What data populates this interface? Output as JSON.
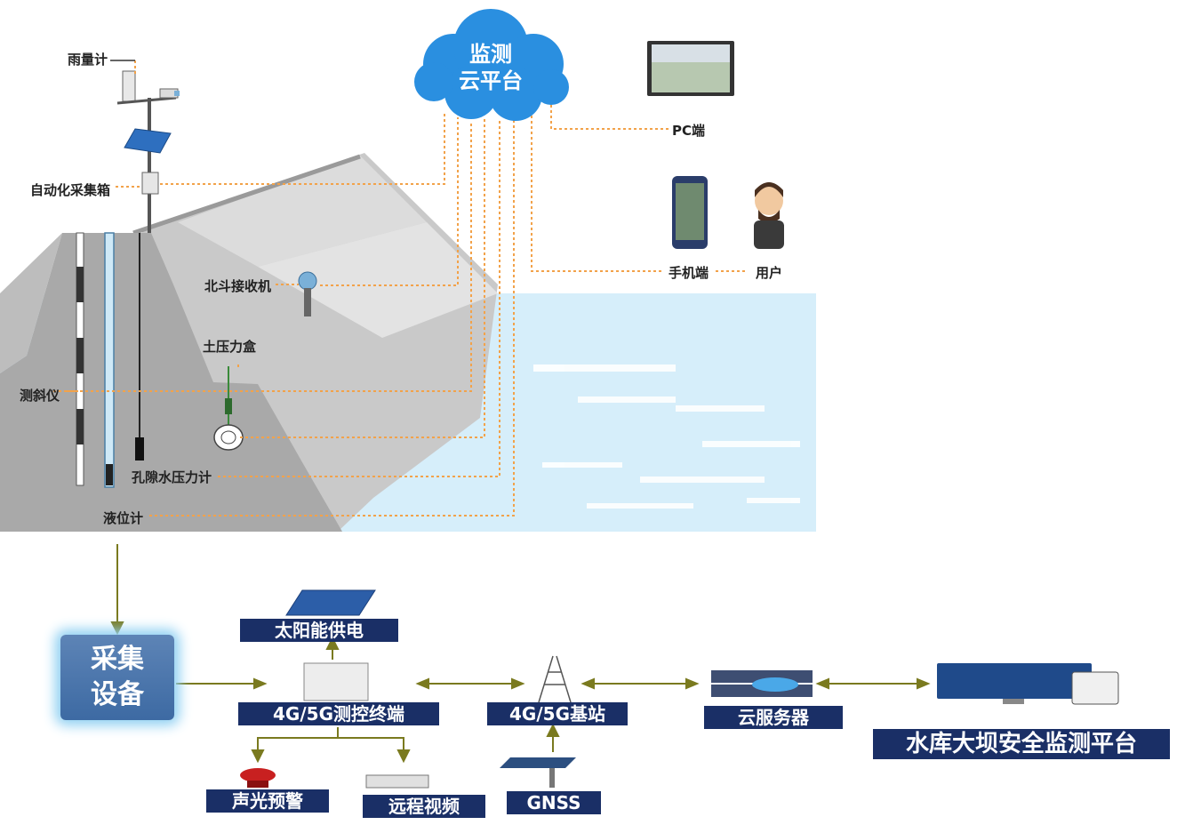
{
  "cloud": {
    "line1": "监测",
    "line2": "云平台"
  },
  "sensors": {
    "rain_gauge": "雨量计",
    "auto_box": "自动化采集箱",
    "beidou": "北斗接收机",
    "earth_pressure": "土压力盒",
    "inclinometer": "测斜仪",
    "pore_pressure": "孔隙水压力计",
    "water_level": "液位计"
  },
  "clients": {
    "pc": "PC端",
    "mobile": "手机端",
    "user": "用户"
  },
  "flow": {
    "collect_line1": "采集",
    "collect_line2": "设备",
    "solar": "太阳能供电",
    "terminal": "4G/5G测控终端",
    "alarm": "声光预警",
    "video": "远程视频",
    "base_station": "4G/5G基站",
    "gnss": "GNSS",
    "cloud_server": "云服务器",
    "platform": "水库大坝安全监测平台"
  },
  "colors": {
    "dash": "#f2a24a",
    "arrow": "#7a7a1f",
    "tag_bg": "#1a2f66",
    "cloud": "#2a8fe0",
    "water": "#d6eefa",
    "dam": "#cfcfcf"
  },
  "icons": [
    "cloud-icon",
    "monitor-icon",
    "phone-icon",
    "user-icon",
    "solar-panel-icon",
    "camera-icon",
    "tower-icon",
    "server-icon",
    "siren-icon"
  ]
}
